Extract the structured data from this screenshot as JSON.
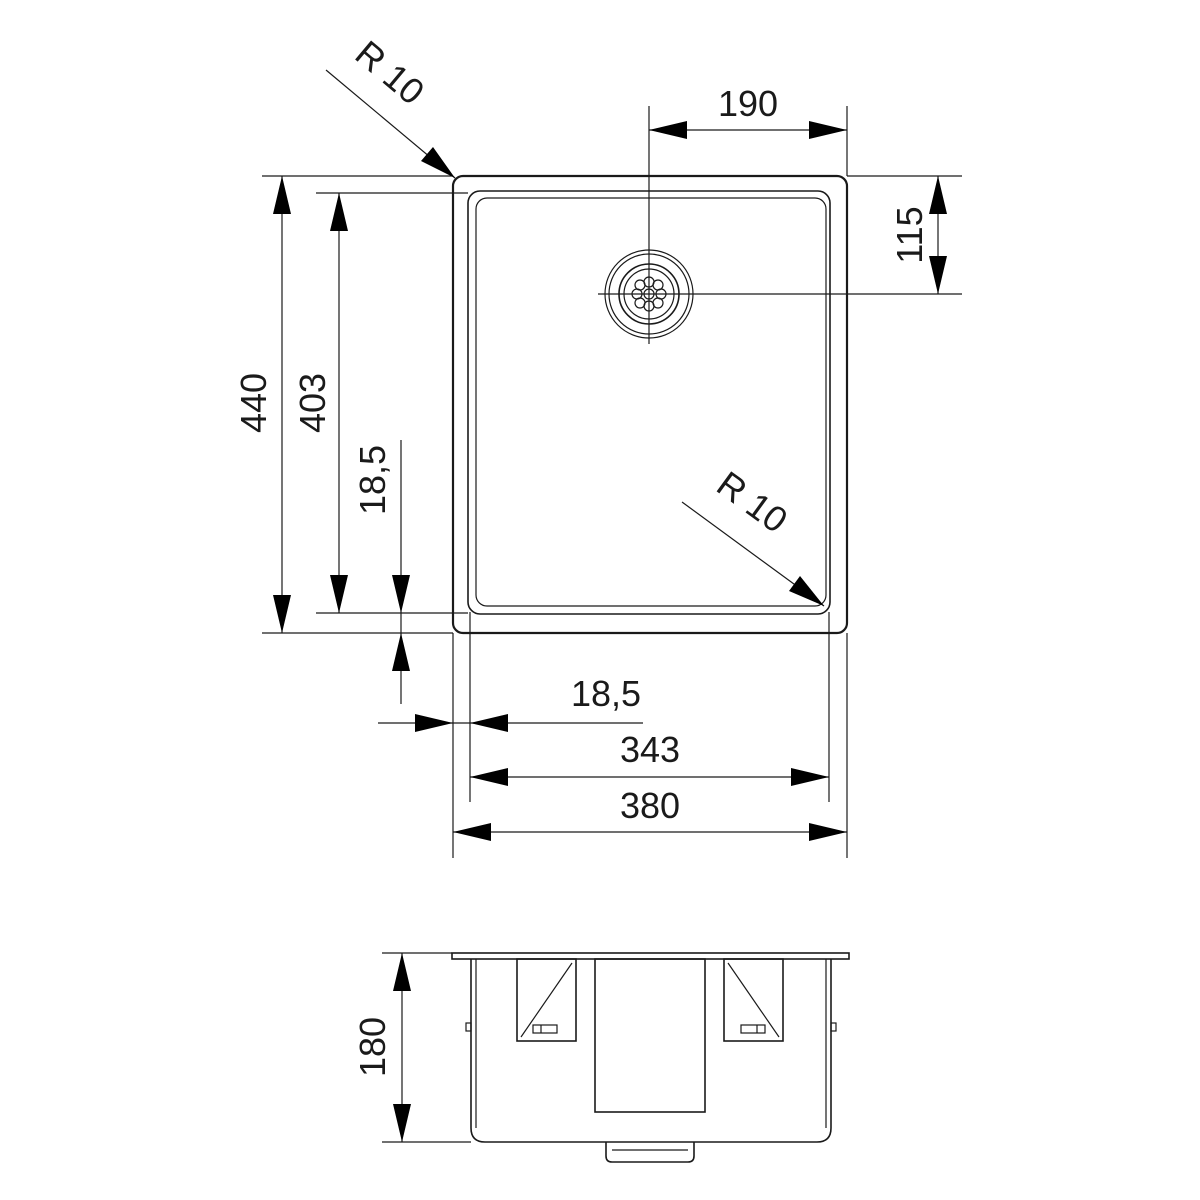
{
  "dimensions": {
    "radius_top_left": "R 10",
    "radius_inner": "R 10",
    "drain_offset_x": "190",
    "drain_offset_y": "115",
    "outer_depth": "440",
    "inner_depth": "403",
    "rim_vertical": "18,5",
    "rim_horizontal": "18,5",
    "inner_width": "343",
    "outer_width": "380",
    "height": "180"
  }
}
